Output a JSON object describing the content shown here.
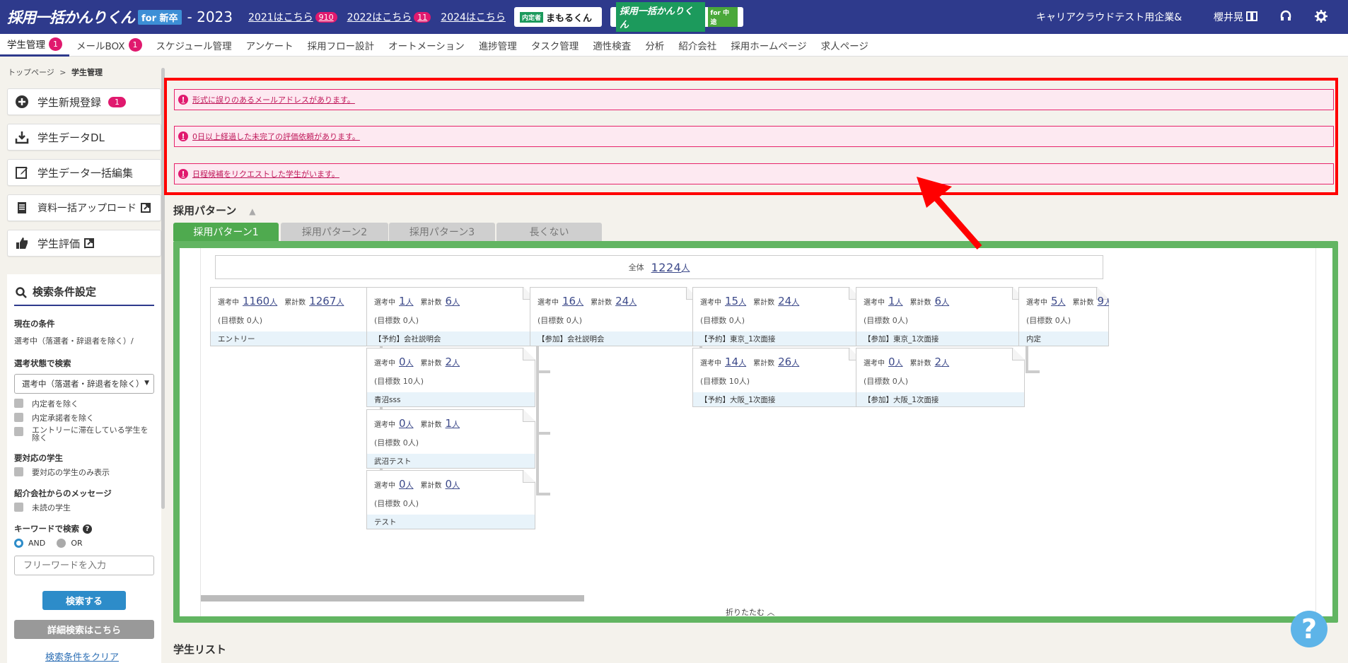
{
  "header": {
    "logo_text": "採用一括かんりくん",
    "logo_tag": "for 新卒",
    "logo_year": "- 2023",
    "year_links": [
      {
        "label": "2021はこちら",
        "badge": "910"
      },
      {
        "label": "2022はこちら",
        "badge": "11"
      },
      {
        "label": "2024はこちら",
        "badge": ""
      }
    ],
    "product1_tag": "内定者",
    "product1_name": "まもるくん",
    "product2_name": "採用一括かんりくん",
    "product2_tag": "for 中途",
    "company": "キャリアクラウドテスト用企業&",
    "user": "櫻井晃",
    "icons": [
      "book-icon",
      "headset-icon",
      "gear-icon"
    ]
  },
  "nav": {
    "items": [
      {
        "label": "学生管理",
        "badge": "1"
      },
      {
        "label": "メールBOX",
        "badge": "1"
      },
      {
        "label": "スケジュール管理",
        "badge": ""
      },
      {
        "label": "アンケート",
        "badge": ""
      },
      {
        "label": "採用フロー設計",
        "badge": ""
      },
      {
        "label": "オートメーション",
        "badge": ""
      },
      {
        "label": "進捗管理",
        "badge": ""
      },
      {
        "label": "タスク管理",
        "badge": ""
      },
      {
        "label": "適性検査",
        "badge": ""
      },
      {
        "label": "分析",
        "badge": ""
      },
      {
        "label": "紹介会社",
        "badge": ""
      },
      {
        "label": "採用ホームページ",
        "badge": ""
      },
      {
        "label": "求人ページ",
        "badge": ""
      }
    ]
  },
  "breadcrumb": {
    "home": "トップページ",
    "sep": ">",
    "current": "学生管理"
  },
  "sidebar": {
    "buttons": [
      {
        "label": "学生新規登録",
        "badge": "1"
      },
      {
        "label": "学生データDL"
      },
      {
        "label": "学生データ一括編集"
      },
      {
        "label": "資料一括アップロード"
      },
      {
        "label": "学生評価"
      }
    ]
  },
  "search": {
    "title": "検索条件設定",
    "current_label": "現在の条件",
    "current_value": "選考中（落選者・辞退者を除く）/",
    "status_label": "選考状態で検索",
    "status_select": "選考中（落選者・辞退者を除く）",
    "checks1": [
      "内定者を除く",
      "内定承諾者を除く",
      "エントリーに滞在している学生を除く"
    ],
    "attention_label": "要対応の学生",
    "attention_check": "要対応の学生のみ表示",
    "agency_label": "紹介会社からのメッセージ",
    "agency_check": "未読の学生",
    "keyword_label": "キーワードで検索",
    "radio_and": "AND",
    "radio_or": "OR",
    "keyword_placeholder": "フリーワードを入力",
    "search_button": "検索する",
    "advanced_button": "詳細検索はこちら",
    "clear_link": "検索条件をクリア"
  },
  "alerts": [
    "形式に誤りのあるメールアドレスがあります。",
    "0日以上経過した未完了の評価依頼があります。",
    "日程候補をリクエストした学生がいます。"
  ],
  "pattern": {
    "title": "採用パターン",
    "tabs": [
      "採用パターン1",
      "採用パターン2",
      "採用パターン3",
      "長くない"
    ],
    "total_label": "全体",
    "total_value": "1224",
    "unit": "人",
    "active_label": "選考中",
    "cumulative_label": "累計数",
    "goal_prefix": "(目標数 ",
    "goal_suffix": "人)",
    "fold_label": "折りたたむ ︿",
    "cards": [
      {
        "active": "1160",
        "cum": "1267",
        "goal": "0",
        "name": "エントリー"
      },
      {
        "active": "1",
        "cum": "6",
        "goal": "0",
        "name": "【予約】会社説明会"
      },
      {
        "active": "0",
        "cum": "2",
        "goal": "10",
        "name": "青沼sss"
      },
      {
        "active": "0",
        "cum": "1",
        "goal": "0",
        "name": "武沼テスト"
      },
      {
        "active": "0",
        "cum": "0",
        "goal": "0",
        "name": "テスト"
      },
      {
        "active": "16",
        "cum": "24",
        "goal": "0",
        "name": "【参加】会社説明会"
      },
      {
        "active": "15",
        "cum": "24",
        "goal": "0",
        "name": "【予約】東京_1次面接"
      },
      {
        "active": "14",
        "cum": "26",
        "goal": "10",
        "name": "【予約】大阪_1次面接"
      },
      {
        "active": "1",
        "cum": "6",
        "goal": "0",
        "name": "【参加】東京_1次面接"
      },
      {
        "active": "0",
        "cum": "2",
        "goal": "0",
        "name": "【参加】大阪_1次面接"
      },
      {
        "active": "5",
        "cum": "9",
        "goal": "0",
        "name": "内定"
      }
    ]
  },
  "student_list": {
    "title": "学生リスト"
  },
  "help": {
    "label": "?"
  },
  "colors": {
    "header": "#2e3a8c",
    "accent_pink": "#e0196e",
    "alert_border": "#ff0000",
    "flow_green": "#62b562"
  }
}
